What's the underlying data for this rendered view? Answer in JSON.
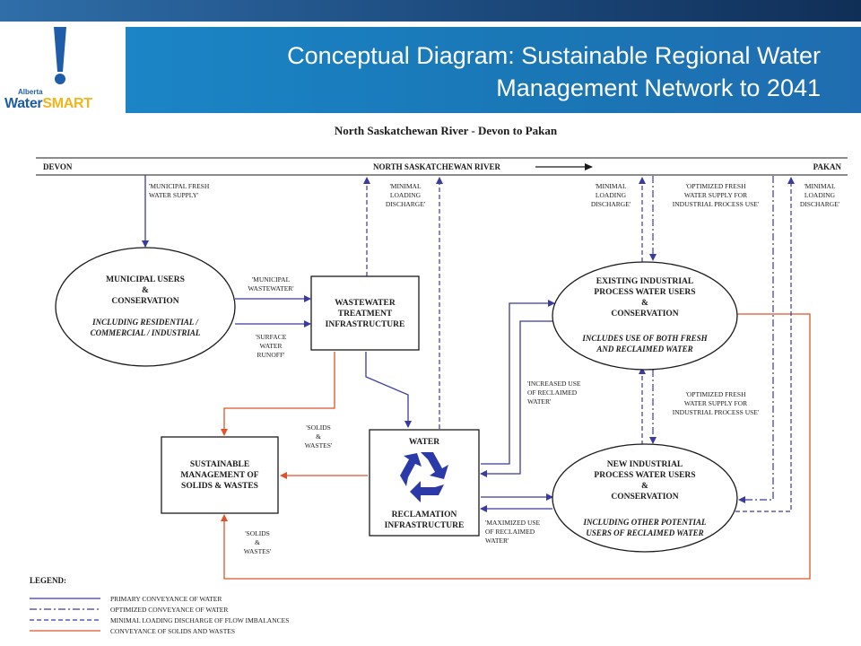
{
  "header": {
    "title_line1": "Conceptual Diagram:  Sustainable Regional Water",
    "title_line2": "Management Network to 2041",
    "logo_alberta": "Alberta",
    "logo_water": "Water",
    "logo_smart": "SMART"
  },
  "diagram": {
    "heading": "North Saskatchewan River - Devon to Pakan",
    "river": {
      "left": "DEVON",
      "center": "NORTH SASKATCHEWAN RIVER",
      "right": "PAKAN"
    },
    "nodes": {
      "municipal": {
        "l1": "MUNICIPAL USERS",
        "l2": "&",
        "l3": "CONSERVATION",
        "l4": "INCLUDING RESIDENTIAL /",
        "l5": "COMMERCIAL / INDUSTRIAL"
      },
      "wastewater": {
        "l1": "WASTEWATER",
        "l2": "TREATMENT",
        "l3": "INFRASTRUCTURE"
      },
      "solids": {
        "l1": "SUSTAINABLE",
        "l2": "MANAGEMENT OF",
        "l3": "SOLIDS & WASTES"
      },
      "reclamation": {
        "l1": "WATER",
        "l2": "RECLAMATION",
        "l3": "INFRASTRUCTURE"
      },
      "existing": {
        "l1": "EXISTING INDUSTRIAL",
        "l2": "PROCESS WATER USERS",
        "l3": "&",
        "l4": "CONSERVATION",
        "l5": "INCLUDES USE OF BOTH FRESH",
        "l6": "AND RECLAIMED WATER"
      },
      "new": {
        "l1": "NEW INDUSTRIAL",
        "l2": "PROCESS WATER USERS",
        "l3": "&",
        "l4": "CONSERVATION",
        "l5": "INCLUDING OTHER POTENTIAL",
        "l6": "USERS OF RECLAIMED WATER"
      }
    },
    "labels": {
      "muni_fresh_1": "'MUNICIPAL FRESH",
      "muni_fresh_2": "WATER SUPPLY'",
      "muni_ww_1": "'MUNICIPAL",
      "muni_ww_2": "WASTEWATER'",
      "surface_1": "'SURFACE",
      "surface_2": "WATER",
      "surface_3": "RUNOFF'",
      "minload_a_1": "'MINIMAL",
      "minload_a_2": "LOADING",
      "minload_a_3": "DISCHARGE'",
      "minload_b_1": "'MINIMAL",
      "minload_b_2": "LOADING",
      "minload_b_3": "DISCHARGE'",
      "opt_top_1": "'OPTIMIZED FRESH",
      "opt_top_2": "WATER SUPPLY FOR",
      "opt_top_3": "INDUSTRIAL PROCESS USE'",
      "minload_c_1": "'MINIMAL",
      "minload_c_2": "LOADING",
      "minload_c_3": "DISCHARGE'",
      "incr_1": "'INCREASED USE",
      "incr_2": "OF RECLAIMED",
      "incr_3": "WATER'",
      "opt_mid_1": "'OPTIMIZED FRESH",
      "opt_mid_2": "WATER SUPPLY FOR",
      "opt_mid_3": "INDUSTRIAL PROCESS USE'",
      "solids_a_1": "'SOLIDS",
      "solids_a_2": "&",
      "solids_a_3": "WASTES'",
      "solids_b_1": "'SOLIDS",
      "solids_b_2": "&",
      "solids_b_3": "WASTES'",
      "max_1": "'MAXIMIZED USE",
      "max_2": "OF RECLAIMED",
      "max_3": "WATER'"
    },
    "legend": {
      "title": "LEGEND:",
      "item1": "PRIMARY CONVEYANCE OF WATER",
      "item2": "OPTIMIZED CONVEYANCE OF WATER",
      "item3": "MINIMAL LOADING DISCHARGE OF FLOW IMBALANCES",
      "item4": "CONVEYANCE OF SOLIDS AND WASTES"
    },
    "colors": {
      "water": "#3a3aa0",
      "solids": "#e0532a",
      "ink": "#1a1a1a"
    }
  }
}
